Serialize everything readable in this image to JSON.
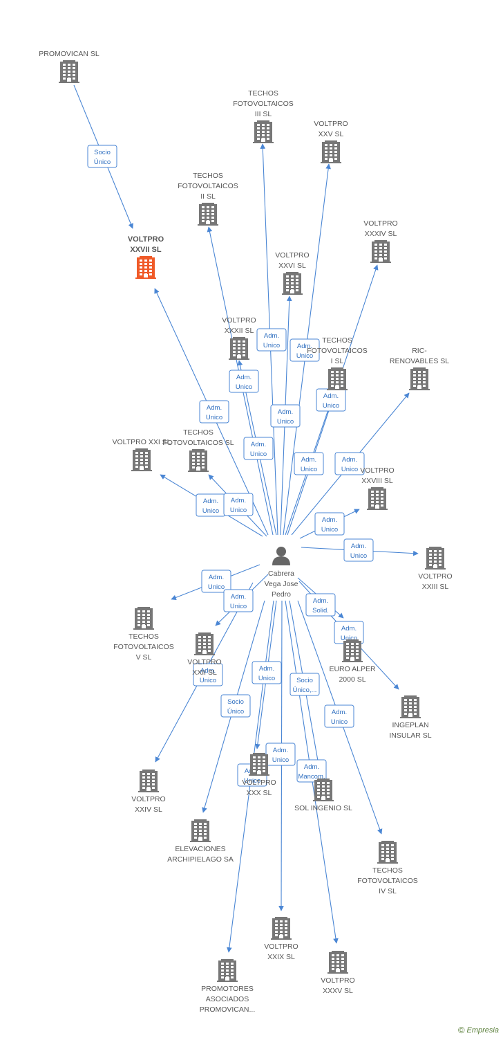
{
  "colors": {
    "edge": "#4a86d4",
    "building": "#777777",
    "focus_building": "#f05a28",
    "label_border": "#4a86d4"
  },
  "footer": {
    "copyright": "©",
    "brand": "Empresia"
  },
  "person": {
    "id": "cabrera",
    "label": [
      "Cabrera",
      "Vega Jose",
      "Pedro"
    ]
  },
  "nodes": [
    {
      "id": "promovican",
      "label": [
        "PROMOVICAN SL"
      ]
    },
    {
      "id": "v27",
      "label": [
        "VOLTPRO",
        "XXVII SL"
      ],
      "focus": true
    },
    {
      "id": "tf3",
      "label": [
        "TECHOS",
        "FOTOVOLTAICOS",
        "III SL"
      ]
    },
    {
      "id": "v25",
      "label": [
        "VOLTPRO",
        "XXV SL"
      ]
    },
    {
      "id": "tf2",
      "label": [
        "TECHOS",
        "FOTOVOLTAICOS",
        "II SL"
      ]
    },
    {
      "id": "v34",
      "label": [
        "VOLTPRO",
        "XXXIV SL"
      ]
    },
    {
      "id": "v26",
      "label": [
        "VOLTPRO",
        "XXVI SL"
      ]
    },
    {
      "id": "v32",
      "label": [
        "VOLTPRO",
        "XXXII SL"
      ]
    },
    {
      "id": "tf1",
      "label": [
        "TECHOS",
        "FOTOVOLTAICOS",
        "I SL"
      ]
    },
    {
      "id": "ric",
      "label": [
        "RIC-",
        "RENOVABLES SL"
      ]
    },
    {
      "id": "v21",
      "label": [
        "VOLTPRO XXI SL"
      ]
    },
    {
      "id": "tf",
      "label": [
        "TECHOS",
        "FOTOVOLTAICOS SL"
      ]
    },
    {
      "id": "v28",
      "label": [
        "VOLTPRO",
        "XXVIII SL"
      ]
    },
    {
      "id": "v23",
      "label": [
        "VOLTPRO",
        "XXIII SL"
      ]
    },
    {
      "id": "tf5",
      "label": [
        "TECHOS",
        "FOTOVOLTAICOS",
        "V SL"
      ]
    },
    {
      "id": "v22",
      "label": [
        "VOLTPRO",
        "XXII SL"
      ]
    },
    {
      "id": "euro",
      "label": [
        "EURO ALPER",
        "2000 SL"
      ]
    },
    {
      "id": "ingeplan",
      "label": [
        "INGEPLAN",
        "INSULAR SL"
      ]
    },
    {
      "id": "v24",
      "label": [
        "VOLTPRO",
        "XXIV SL"
      ]
    },
    {
      "id": "v30",
      "label": [
        "VOLTPRO",
        "XXX SL"
      ]
    },
    {
      "id": "sol",
      "label": [
        "SOL INGENIO SL"
      ]
    },
    {
      "id": "elev",
      "label": [
        "ELEVACIONES",
        "ARCHIPIELAGO SA"
      ]
    },
    {
      "id": "tf4",
      "label": [
        "TECHOS",
        "FOTOVOLTAICOS",
        "IV SL"
      ]
    },
    {
      "id": "v29",
      "label": [
        "VOLTPRO",
        "XXIX SL"
      ]
    },
    {
      "id": "v35",
      "label": [
        "VOLTPRO",
        "XXXV SL"
      ]
    },
    {
      "id": "promotores",
      "label": [
        "PROMOTORES",
        "ASOCIADOS",
        "PROMOVICAN..."
      ]
    }
  ],
  "edges": [
    {
      "from": "promovican",
      "to": "v27",
      "label": [
        "Socio",
        "Único"
      ]
    },
    {
      "from": "cabrera",
      "to": "v27",
      "label": [
        "Adm.",
        "Unico"
      ]
    },
    {
      "from": "cabrera",
      "to": "tf3",
      "label": [
        "Adm.",
        "Unico"
      ]
    },
    {
      "from": "cabrera",
      "to": "v25",
      "label": [
        "Adm.",
        "Unico"
      ]
    },
    {
      "from": "cabrera",
      "to": "tf2",
      "label": [
        "Adm.",
        "Unico"
      ]
    },
    {
      "from": "cabrera",
      "to": "v34",
      "label": [
        "Adm.",
        "Unico"
      ]
    },
    {
      "from": "cabrera",
      "to": "v26",
      "label": [
        "Adm.",
        "Unico"
      ]
    },
    {
      "from": "cabrera",
      "to": "v32",
      "label": [
        "Adm.",
        "Unico"
      ]
    },
    {
      "from": "cabrera",
      "to": "tf1",
      "label": [
        "Adm.",
        "Unico"
      ]
    },
    {
      "from": "cabrera",
      "to": "ric",
      "label": [
        "Adm.",
        "Unico"
      ]
    },
    {
      "from": "cabrera",
      "to": "v21",
      "label": [
        "Adm.",
        "Unico"
      ]
    },
    {
      "from": "cabrera",
      "to": "tf",
      "label": [
        "Adm.",
        "Unico"
      ]
    },
    {
      "from": "cabrera",
      "to": "v28",
      "label": [
        "Adm.",
        "Unico"
      ]
    },
    {
      "from": "cabrera",
      "to": "v23",
      "label": [
        "Adm.",
        "Unico"
      ]
    },
    {
      "from": "cabrera",
      "to": "tf5",
      "label": [
        "Adm.",
        "Unico"
      ]
    },
    {
      "from": "cabrera",
      "to": "v22",
      "label": [
        "Adm.",
        "Unico"
      ]
    },
    {
      "from": "cabrera",
      "to": "euro",
      "label": [
        "Adm.",
        "Solid."
      ]
    },
    {
      "from": "cabrera",
      "to": "ingeplan",
      "label": [
        "Adm.",
        "Unico"
      ]
    },
    {
      "from": "cabrera",
      "to": "v24",
      "label": [
        "Adm.",
        "Unico"
      ]
    },
    {
      "from": "cabrera",
      "to": "v30",
      "label": [
        "Adm.",
        "Unico"
      ]
    },
    {
      "from": "cabrera",
      "to": "sol",
      "label": [
        "Socio",
        "Único,..."
      ]
    },
    {
      "from": "cabrera",
      "to": "elev",
      "label": [
        "Socio",
        "Único"
      ]
    },
    {
      "from": "cabrera",
      "to": "tf4",
      "label": [
        "Adm.",
        "Unico"
      ]
    },
    {
      "from": "cabrera",
      "to": "v29",
      "label": [
        "Adm.",
        "Unico"
      ]
    },
    {
      "from": "cabrera",
      "to": "v35",
      "label": [
        "Adm.",
        "Mancom."
      ]
    },
    {
      "from": "cabrera",
      "to": "promotores",
      "label": [
        "Adm.",
        "Unico"
      ]
    }
  ]
}
